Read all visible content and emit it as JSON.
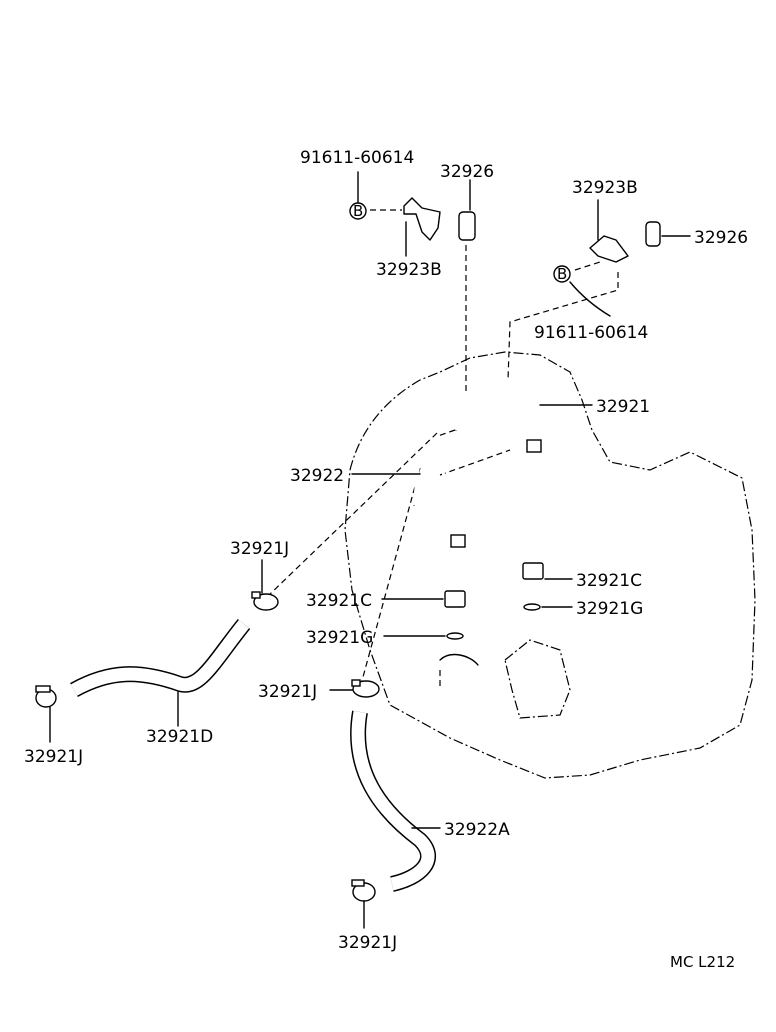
{
  "labels": {
    "bolt_top_left": "91611-60614",
    "grommet_top": "32926",
    "clamp_top_left": "32923B",
    "clamp_top_right": "32923B",
    "grommet_right": "32926",
    "bolt_right": "91611-60614",
    "pipe_upper": "32921",
    "pipe_lower": "32922",
    "clamp_mid": "32921J",
    "union_right": "32921C",
    "gasket_right": "32921G",
    "union_left": "32921C",
    "gasket_left": "32921G",
    "clamp_hose_upper": "32921J",
    "clamp_far_left": "32921J",
    "hose_left": "32921D",
    "hose_lower": "32922A",
    "clamp_bottom": "32921J",
    "diagram_code": "MC L212"
  },
  "bolt_symbol": "B"
}
